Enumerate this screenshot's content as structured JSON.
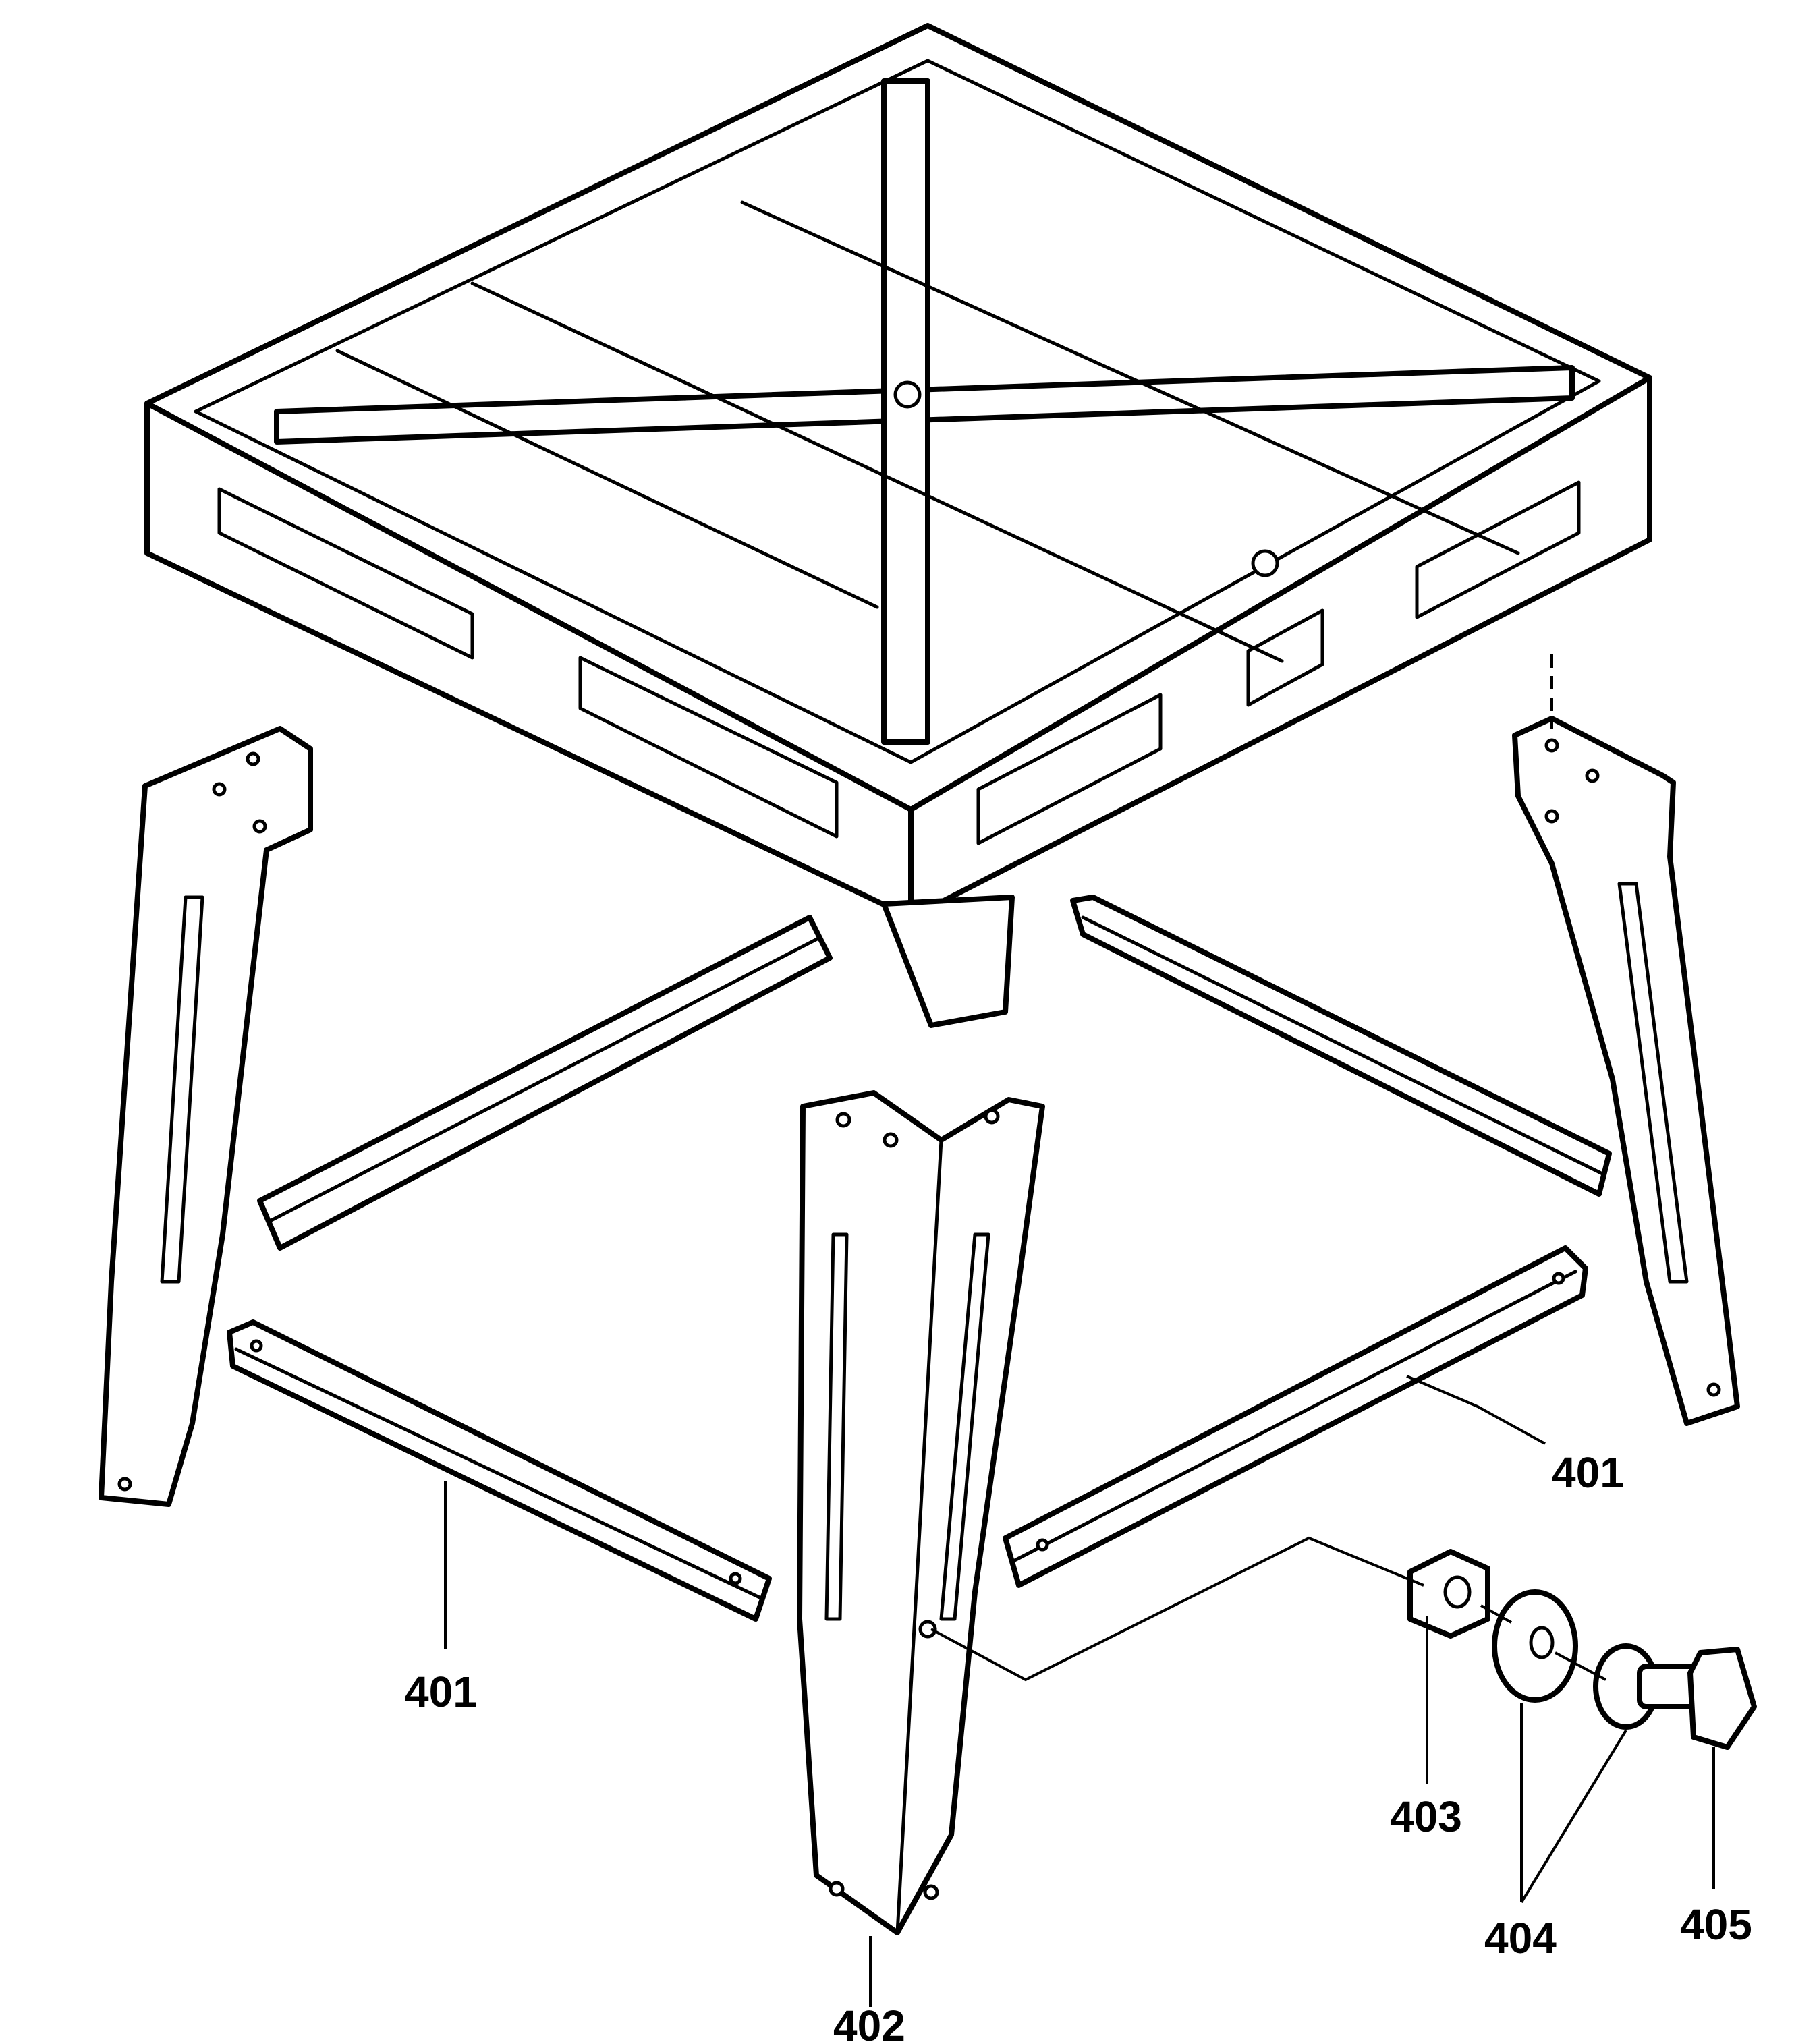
{
  "labels": {
    "part_401_left": "401",
    "part_401_right": "401",
    "part_402": "402",
    "part_403": "403",
    "part_404": "404",
    "part_405": "405"
  },
  "colors": {
    "line": "#000000",
    "background": "#ffffff"
  }
}
